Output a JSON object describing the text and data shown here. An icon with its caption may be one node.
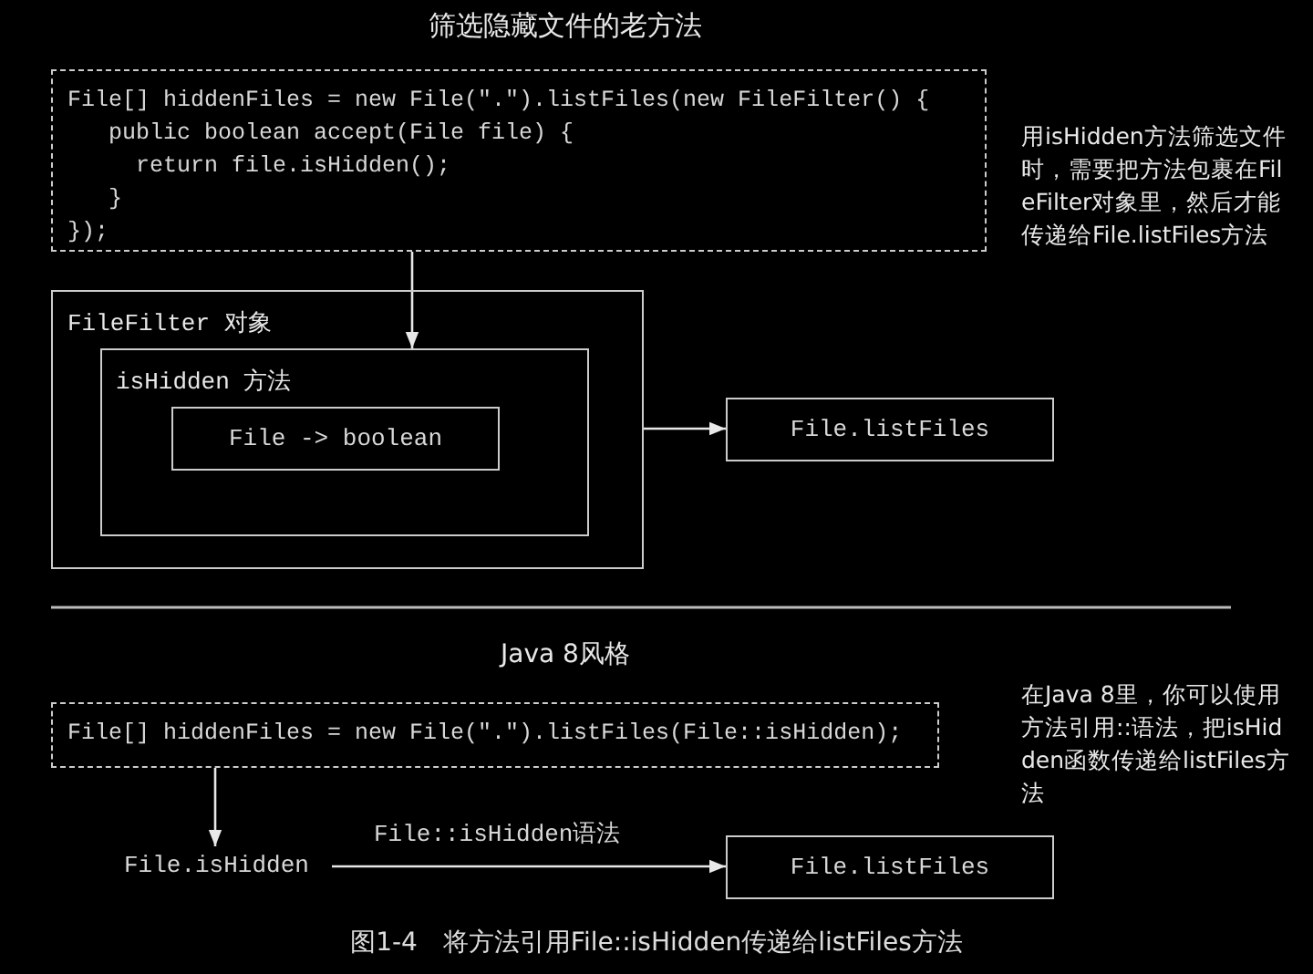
{
  "diagram": {
    "title": "筛选隐藏文件的老方法",
    "caption": "图1-4　将方法引用File::isHidden传递给listFiles方法",
    "nodes": [
      {
        "text": [
          "File[] hiddenFiles = new File(\".\").listFiles(new FileFilter() {",
          "   public boolean accept(File file) {",
          "     return file.isHidden();",
          "   }",
          "});"
        ]
      },
      {
        "text": [
          "FileFilter 对象"
        ]
      },
      {
        "text": [
          "isHidden 方法"
        ],
        "in": 1
      },
      {
        "text": [
          "File -> boolean"
        ],
        "in": 2
      },
      {
        "text": [
          "File.listFiles"
        ]
      },
      {
        "text": [
          "File[] hiddenFiles = new File(\".\").listFiles(File::isHidden);"
        ]
      },
      {
        "text": [
          "File.isHidden"
        ]
      },
      {
        "text": [
          "File.listFiles"
        ]
      }
    ],
    "edges": [
      {
        "from": 0,
        "to": 2,
        "arrow": "to"
      },
      {
        "from": 1,
        "to": 4,
        "arrow": "to"
      },
      {
        "from": 5,
        "to": 6,
        "arrow": "to"
      },
      {
        "from": 6,
        "to": 7,
        "arrow": "to",
        "label": "File::isHidden语法"
      }
    ],
    "labels": [
      "用isHidden方法筛选文件时，需要把方法包裹在FileFilter对象里，然后才能传递给File.listFiles方法",
      "Java 8风格",
      "在Java 8里，你可以使用方法引用::语法，把isHidden函数传递给listFiles方法"
    ]
  }
}
